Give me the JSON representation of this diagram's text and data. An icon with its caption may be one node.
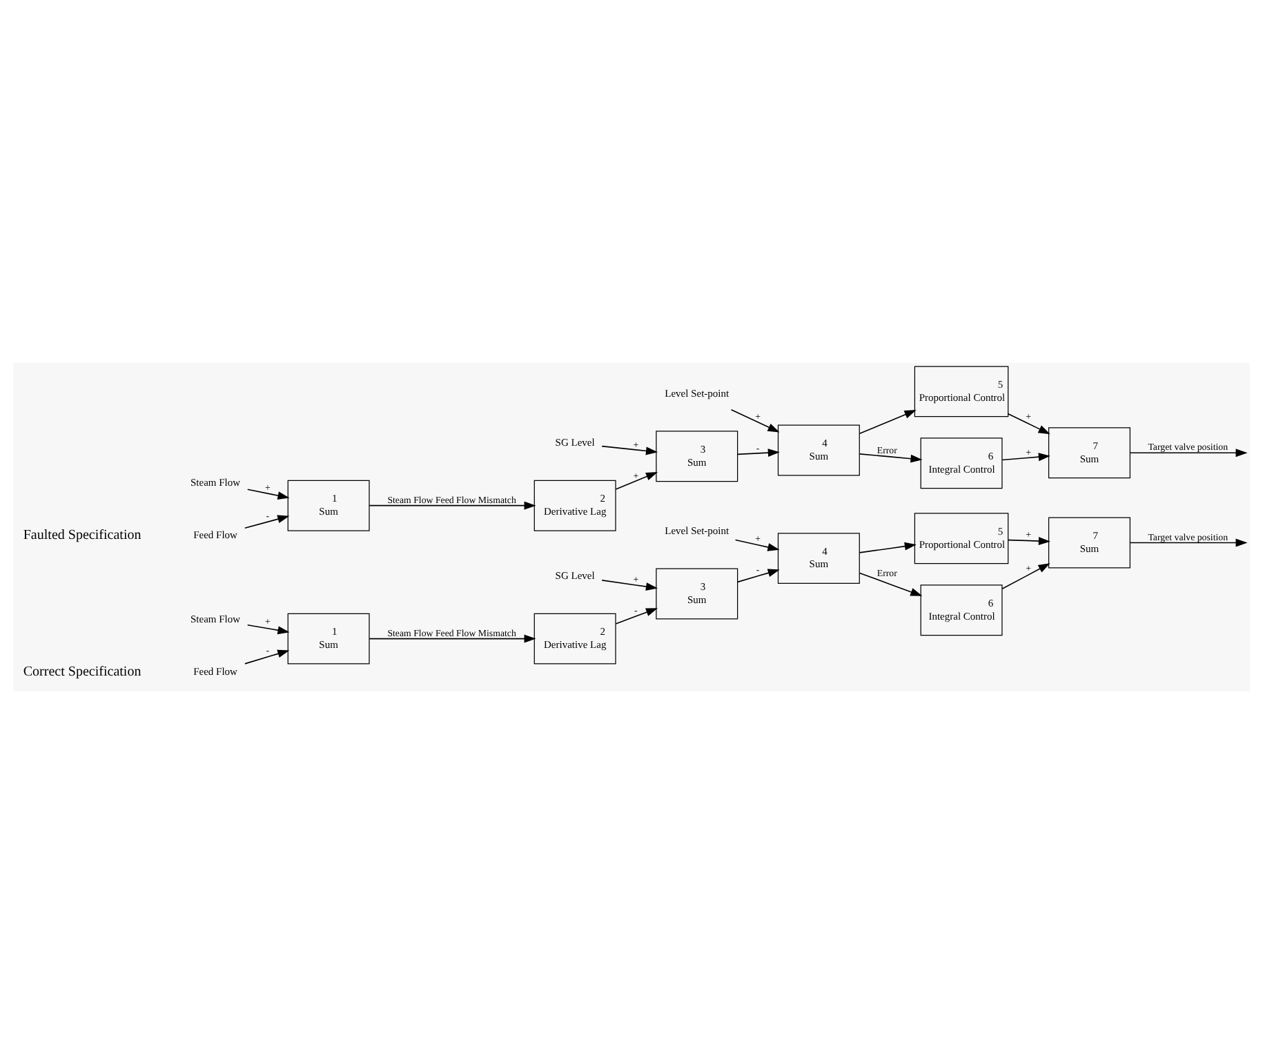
{
  "diagram": {
    "nodes": [
      {
        "text": [
          "Feed Flow"
        ]
      },
      {
        "text": [
          "Steam Flow"
        ]
      },
      {
        "text": [
          "1",
          "Sum"
        ]
      },
      {
        "text": [
          "2",
          "Derivative Lag"
        ]
      },
      {
        "text": [
          "SG Level"
        ]
      },
      {
        "text": [
          "3",
          "Sum"
        ]
      },
      {
        "text": [
          "Level Set-point"
        ]
      },
      {
        "text": [
          "4",
          "Sum"
        ]
      },
      {
        "text": [
          "5",
          "Proportional Control"
        ]
      },
      {
        "text": [
          "6",
          "Integral Control"
        ]
      },
      {
        "text": [
          "7",
          "Sum"
        ]
      },
      {
        "text": [
          "Feed Flow"
        ]
      },
      {
        "text": [
          "Steam Flow"
        ]
      },
      {
        "text": [
          "1",
          "Sum"
        ]
      },
      {
        "text": [
          "2",
          "Derivative Lag"
        ]
      },
      {
        "text": [
          "SG Level"
        ]
      },
      {
        "text": [
          "3",
          "Sum"
        ]
      },
      {
        "text": [
          "Level Set-point"
        ]
      },
      {
        "text": [
          "4",
          "Sum"
        ]
      },
      {
        "text": [
          "5",
          "Proportional Control"
        ]
      },
      {
        "text": [
          "6",
          "Integral Control"
        ]
      },
      {
        "text": [
          "7",
          "Sum"
        ]
      }
    ],
    "edges": [
      {
        "from": 0,
        "to": 2,
        "arrow": "to",
        "label": "-"
      },
      {
        "from": 1,
        "to": 2,
        "arrow": "to",
        "label": "+"
      },
      {
        "from": 2,
        "to": 3,
        "arrow": "to",
        "label": "Steam Flow Feed Flow Mismatch"
      },
      {
        "from": 4,
        "to": 5,
        "arrow": "to",
        "label": "+"
      },
      {
        "from": 3,
        "to": 5,
        "arrow": "to",
        "label": "-"
      },
      {
        "from": 5,
        "to": 7,
        "arrow": "to",
        "label": "-"
      },
      {
        "from": 6,
        "to": 7,
        "arrow": "to",
        "label": "+"
      },
      {
        "from": 7,
        "to": 8,
        "arrow": "to"
      },
      {
        "from": 7,
        "to": 9,
        "arrow": "to",
        "label": "Error"
      },
      {
        "from": 8,
        "to": 10,
        "arrow": "to",
        "label": "+"
      },
      {
        "from": 9,
        "to": 10,
        "arrow": "to",
        "label": "+"
      },
      {
        "from": 10,
        "to": null,
        "arrow": "to",
        "label": "Target valve position"
      },
      {
        "from": 11,
        "to": 13,
        "arrow": "to",
        "label": "-"
      },
      {
        "from": 12,
        "to": 13,
        "arrow": "to",
        "label": "+"
      },
      {
        "from": 13,
        "to": 14,
        "arrow": "to",
        "label": "Steam Flow Feed Flow Mismatch"
      },
      {
        "from": 15,
        "to": 16,
        "arrow": "to",
        "label": "+"
      },
      {
        "from": 14,
        "to": 16,
        "arrow": "to",
        "label": "+"
      },
      {
        "from": 16,
        "to": 18,
        "arrow": "to",
        "label": "-"
      },
      {
        "from": 17,
        "to": 18,
        "arrow": "to",
        "label": "+"
      },
      {
        "from": 18,
        "to": 19,
        "arrow": "to"
      },
      {
        "from": 18,
        "to": 20,
        "arrow": "to",
        "label": "Error"
      },
      {
        "from": 19,
        "to": 21,
        "arrow": "to",
        "label": "+"
      },
      {
        "from": 20,
        "to": 21,
        "arrow": "to",
        "label": "+"
      },
      {
        "from": 21,
        "to": null,
        "arrow": "to",
        "label": "Target valve position"
      }
    ],
    "labels": [
      "Correct Specification",
      "Faulted Specification"
    ]
  }
}
